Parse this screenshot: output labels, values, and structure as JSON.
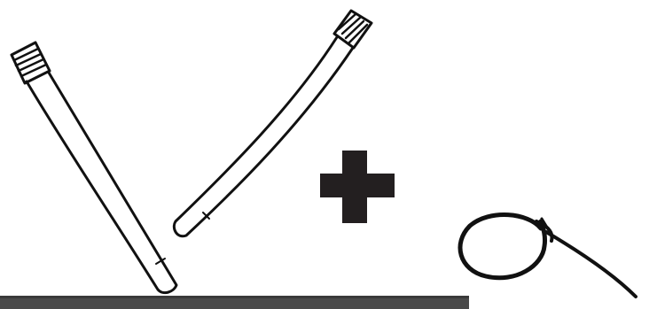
{
  "illustration": {
    "items": [
      {
        "name": "stick",
        "count": 2
      },
      {
        "name": "plus",
        "symbol": "+"
      },
      {
        "name": "string-loop",
        "count": 1
      }
    ],
    "colors": {
      "background": "#ffffff",
      "ink": "#111111",
      "plus": "#231f20",
      "ground": "#4a4a4a"
    }
  }
}
